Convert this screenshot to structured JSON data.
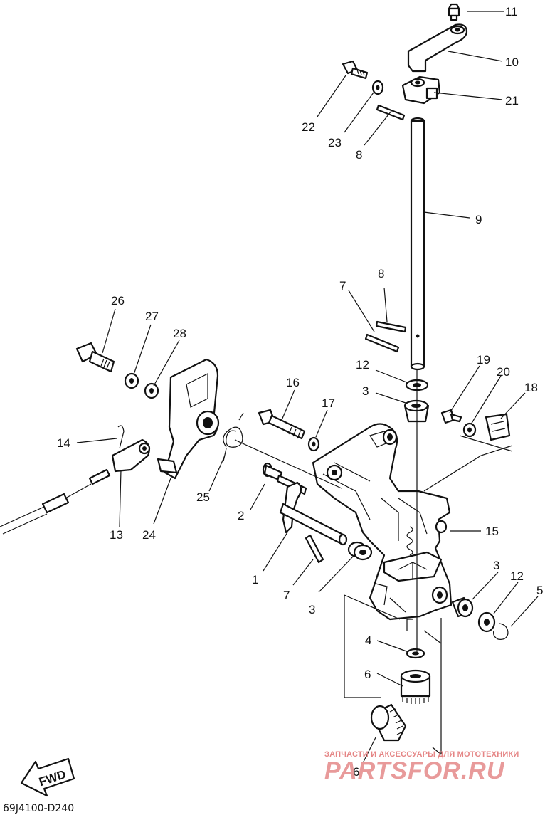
{
  "diagram": {
    "drawing_code": "69J4100-D240",
    "fwd_label": "FWD",
    "watermark_small": "ЗАПЧАСТИ И АКСЕССУАРЫ ДЛЯ МОТОТЕХНИКИ",
    "watermark_large": "PARTSFOR.RU",
    "callouts": [
      "11",
      "10",
      "21",
      "22",
      "23",
      "8",
      "9",
      "8",
      "7",
      "26",
      "27",
      "28",
      "12",
      "19",
      "20",
      "18",
      "3",
      "16",
      "17",
      "14",
      "13",
      "24",
      "25",
      "2",
      "15",
      "1",
      "7",
      "3",
      "3",
      "12",
      "5",
      "4",
      "6",
      "6"
    ]
  }
}
